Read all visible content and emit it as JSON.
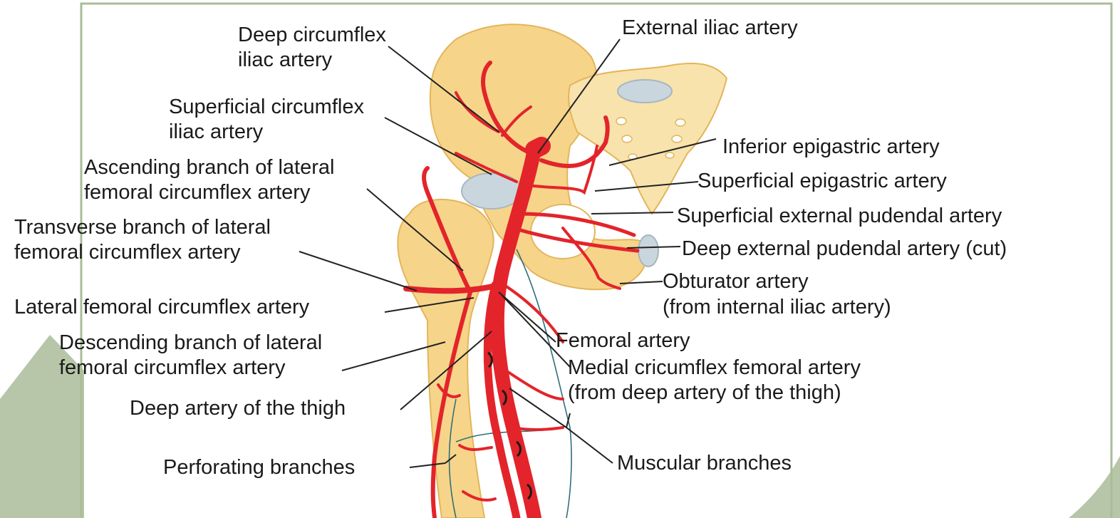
{
  "colors": {
    "frame_border": "#a9bd98",
    "slide_shape": "#b7c5a8",
    "bone": "#f6d58a",
    "bone_edge": "#e3b55c",
    "sacrum": "#f8e3ad",
    "cartilage": "#c9d6de",
    "artery": "#e3242b",
    "artery_dark": "#b8141b",
    "vein_outline": "#2f6f78",
    "leader": "#222222"
  },
  "labels": {
    "deep_circumflex_iliac": [
      "Deep circumflex",
      "iliac artery"
    ],
    "external_iliac": "External iliac artery",
    "superficial_circumflex_iliac": [
      "Superficial circumflex",
      "iliac artery"
    ],
    "inferior_epigastric": "Inferior epigastric artery",
    "ascending_branch": [
      "Ascending branch of lateral",
      "femoral circumflex artery"
    ],
    "superficial_epigastric": "Superficial epigastric artery",
    "transverse_branch": [
      "Transverse branch of lateral",
      "femoral circumflex artery"
    ],
    "superficial_external_pudendal": "Superficial external pudendal artery",
    "deep_external_pudendal": "Deep external pudendal artery (cut)",
    "obturator": [
      "Obturator artery",
      "(from internal iliac artery)"
    ],
    "lateral_femoral_circumflex": "Lateral femoral circumflex artery",
    "descending_branch": [
      "Descending branch of lateral",
      "femoral circumflex artery"
    ],
    "femoral_artery": "Femoral artery",
    "medial_circumflex": [
      "Medial cricumflex femoral artery",
      "(from deep artery of the thigh)"
    ],
    "deep_artery_thigh": "Deep artery of the thigh",
    "perforating": "Perforating branches",
    "muscular": "Muscular branches"
  }
}
